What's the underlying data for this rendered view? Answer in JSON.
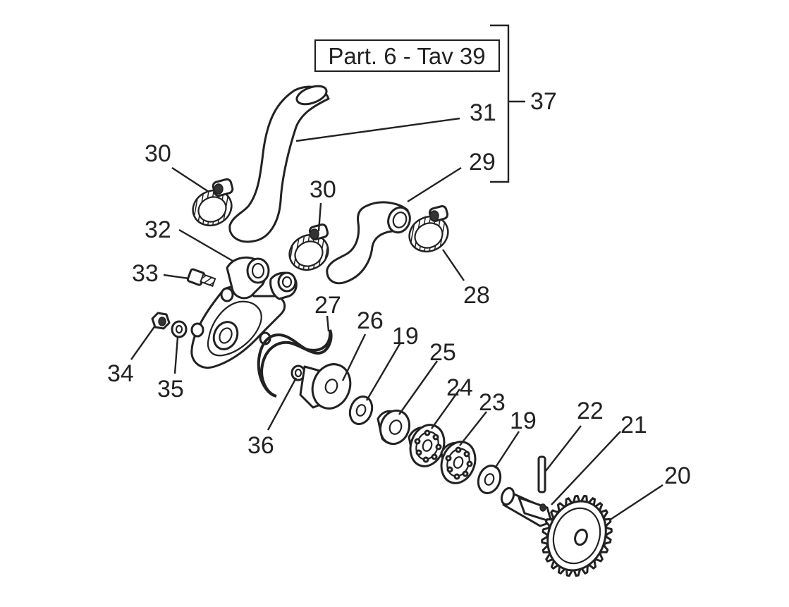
{
  "reference": {
    "text": "Part. 6 - Tav 39"
  },
  "callouts": [
    {
      "id": "c37",
      "text": "37"
    },
    {
      "id": "c31",
      "text": "31"
    },
    {
      "id": "c29",
      "text": "29"
    },
    {
      "id": "c30a",
      "text": "30"
    },
    {
      "id": "c30b",
      "text": "30"
    },
    {
      "id": "c32",
      "text": "32"
    },
    {
      "id": "c33",
      "text": "33"
    },
    {
      "id": "c28",
      "text": "28"
    },
    {
      "id": "c27",
      "text": "27"
    },
    {
      "id": "c26",
      "text": "26"
    },
    {
      "id": "c19a",
      "text": "19"
    },
    {
      "id": "c25",
      "text": "25"
    },
    {
      "id": "c24",
      "text": "24"
    },
    {
      "id": "c23",
      "text": "23"
    },
    {
      "id": "c19b",
      "text": "19"
    },
    {
      "id": "c22",
      "text": "22"
    },
    {
      "id": "c21",
      "text": "21"
    },
    {
      "id": "c20",
      "text": "20"
    },
    {
      "id": "c34",
      "text": "34"
    },
    {
      "id": "c35",
      "text": "35"
    },
    {
      "id": "c36",
      "text": "36"
    }
  ],
  "colors": {
    "ink": "#222222",
    "paper": "#ffffff"
  }
}
